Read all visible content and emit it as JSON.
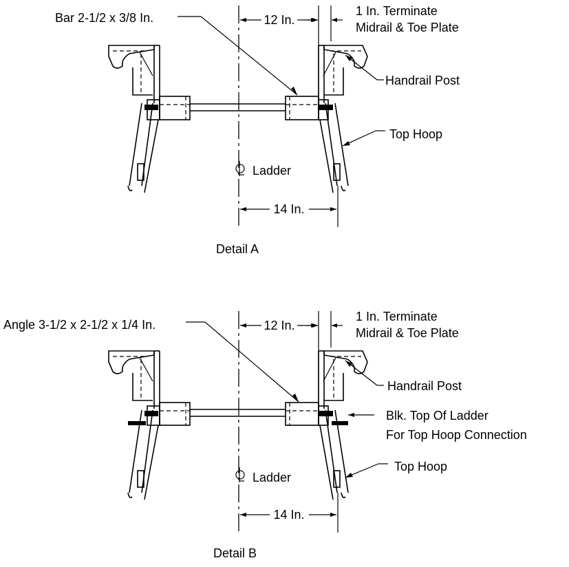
{
  "detail_a": {
    "title": "Detail A",
    "bar_label": "Bar 2-1/2 x 3/8 In.",
    "dim_top": "12 In.",
    "dim_bottom": "14 In.",
    "terminate_line1": "1 In. Terminate",
    "terminate_line2": "Midrail & Toe Plate",
    "handrail_post": "Handrail Post",
    "top_hoop": "Top Hoop",
    "ladder": "Ladder"
  },
  "detail_b": {
    "title": "Detail B",
    "angle_label": "Angle 3-1/2 x 2-1/2 x 1/4 In.",
    "dim_top": "12 In.",
    "dim_bottom": "14 In.",
    "terminate_line1": "1 In. Terminate",
    "terminate_line2": "Midrail & Toe Plate",
    "handrail_post": "Handrail Post",
    "blk_line1": "Blk. Top Of Ladder",
    "blk_line2": "For Top Hoop Connection",
    "top_hoop": "Top Hoop",
    "ladder": "Ladder"
  }
}
